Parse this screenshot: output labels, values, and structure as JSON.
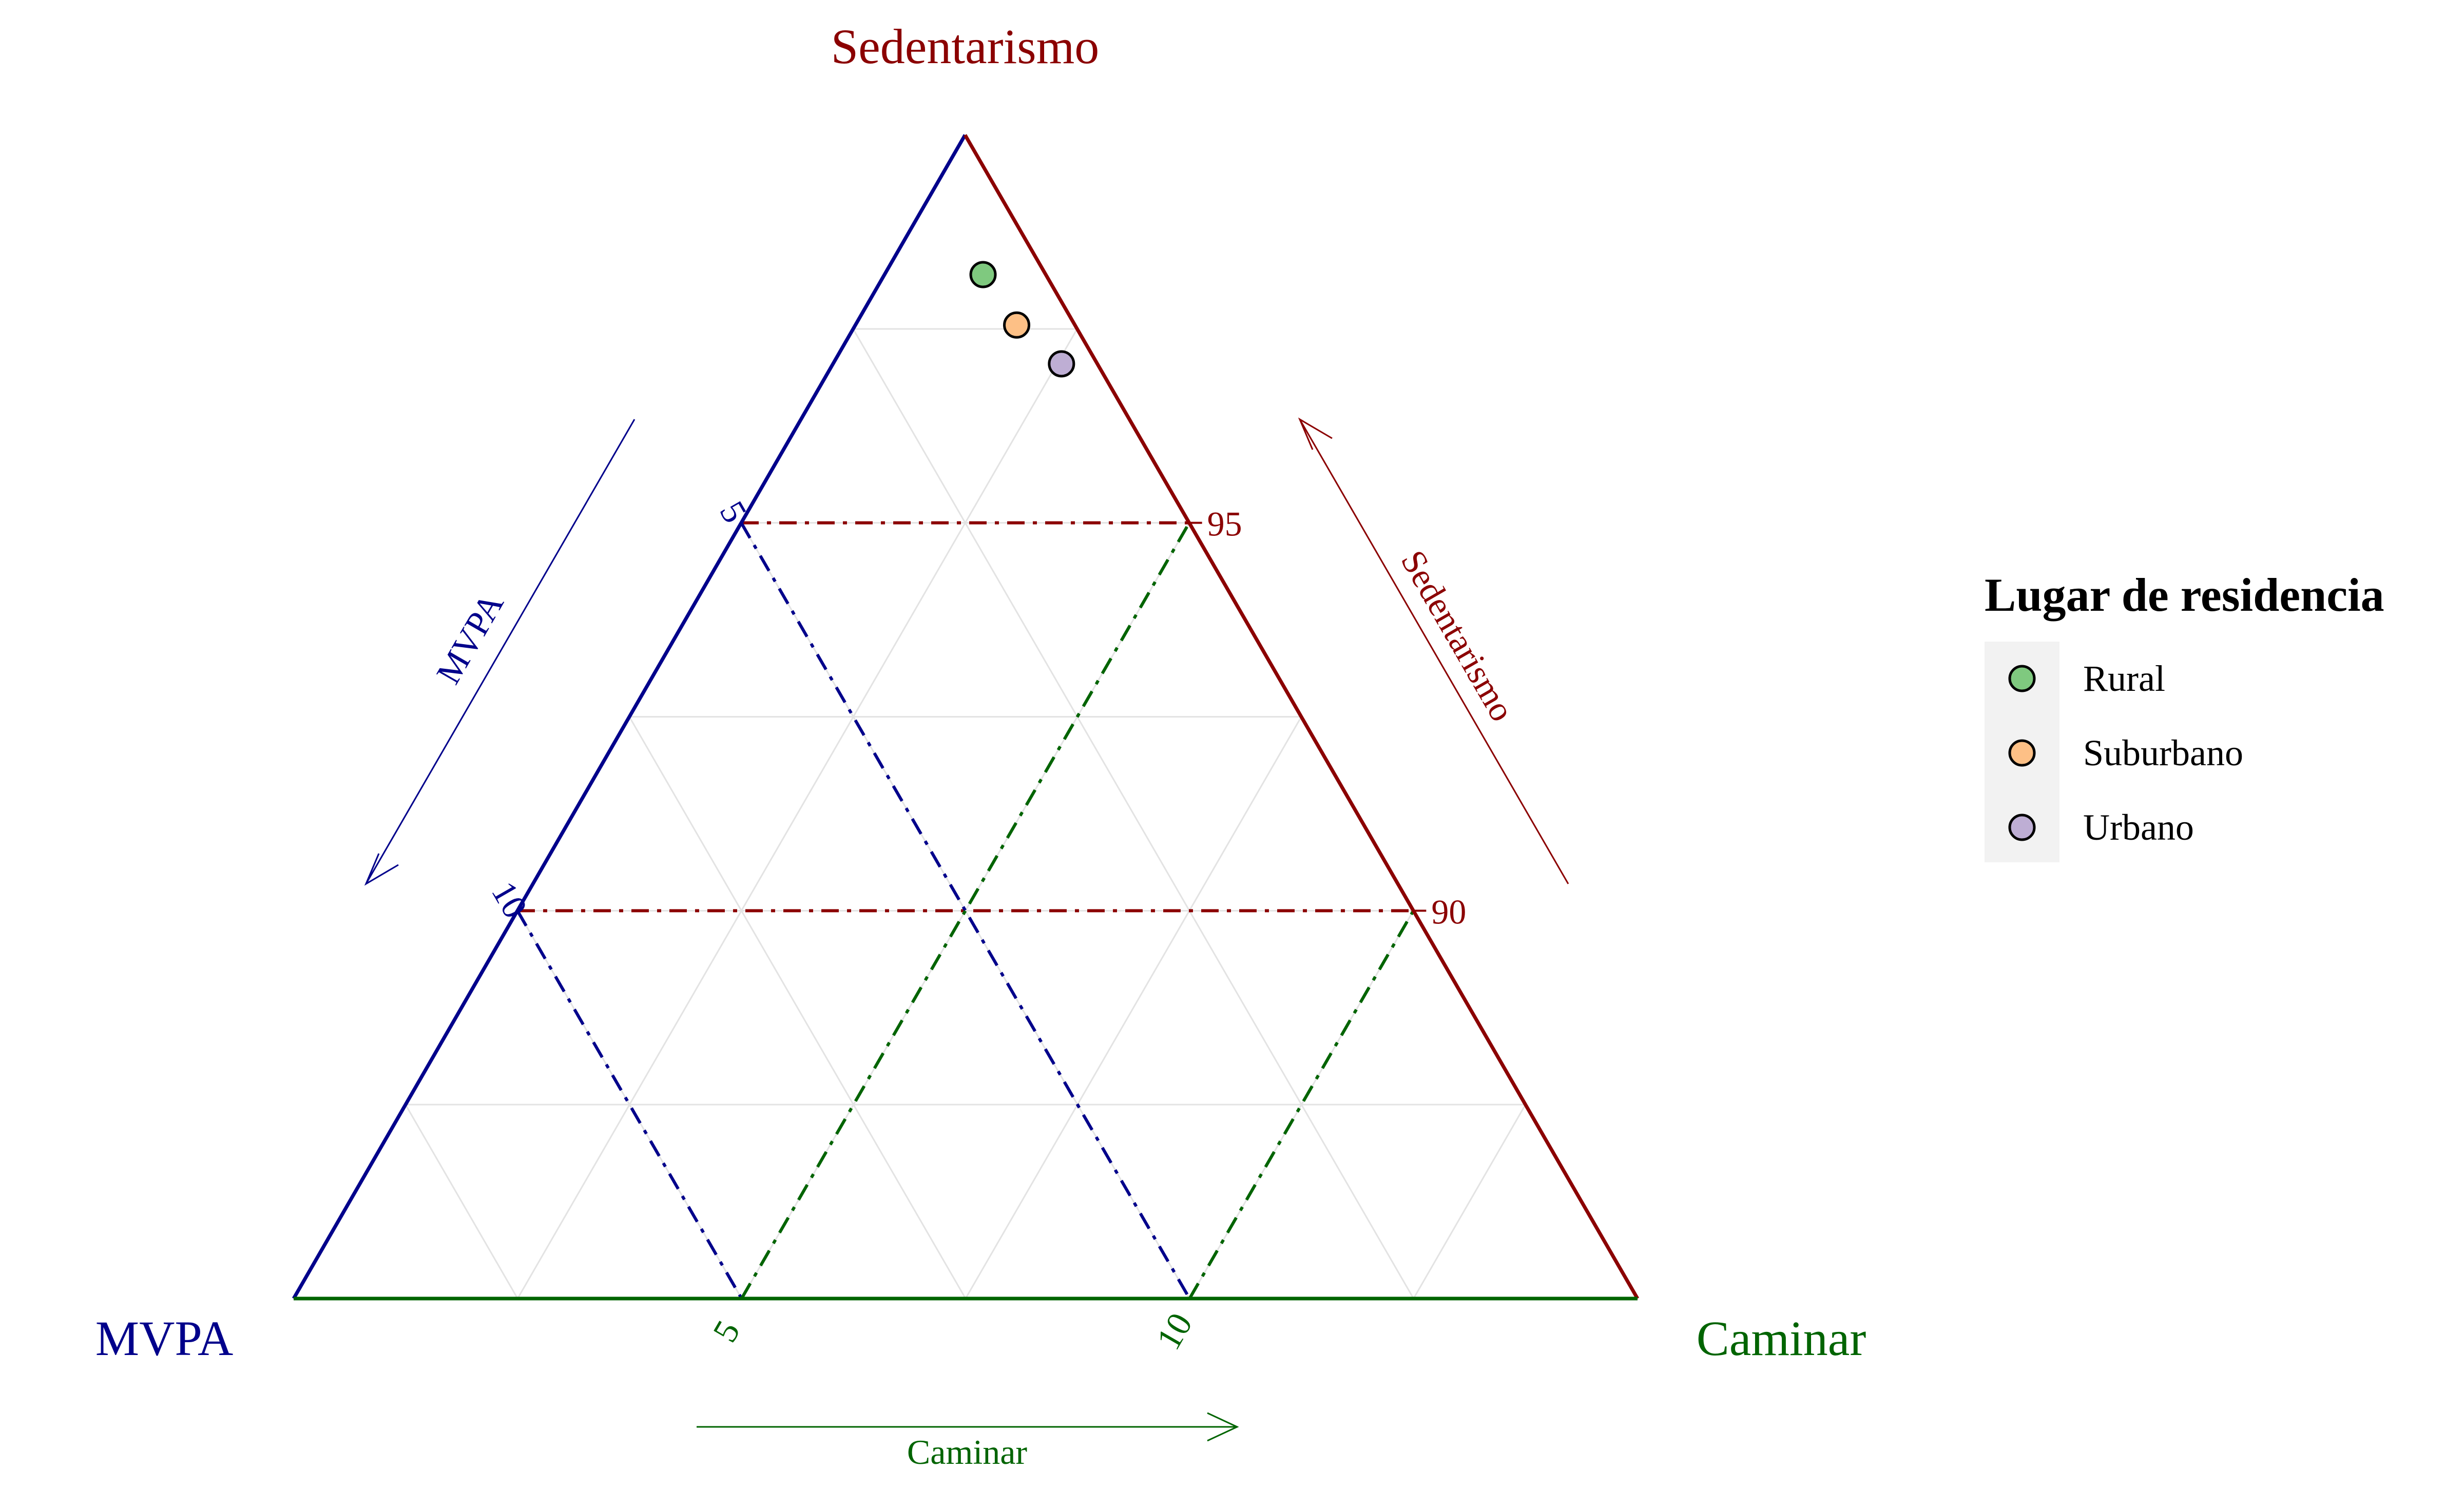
{
  "chart_data": {
    "type": "scatter",
    "subtype": "ternary",
    "vertex_labels": {
      "top": "Sedentarismo",
      "left": "MVPA",
      "right": "Caminar"
    },
    "axis_arrow_labels": {
      "mvpa": "MVPA",
      "sed": "Sedentarismo",
      "cam": "Caminar"
    },
    "axes": {
      "sedentarismo": {
        "range": [
          85,
          100
        ],
        "ticks": [
          95,
          90
        ],
        "color": "#8b0000"
      },
      "mvpa": {
        "range": [
          0,
          15
        ],
        "ticks": [
          5,
          10
        ],
        "color": "#00008b"
      },
      "caminar": {
        "range": [
          0,
          15
        ],
        "ticks": [
          5,
          10
        ],
        "color": "#006400"
      }
    },
    "grid": true,
    "grid_step": 2.5,
    "legend": {
      "title": "Lugar de residencia",
      "position": "right",
      "items": [
        {
          "label": "Rural",
          "color": "#7fc97f"
        },
        {
          "label": "Suburbano",
          "color": "#fdc086"
        },
        {
          "label": "Urbano",
          "color": "#beaed4"
        }
      ]
    },
    "points": [
      {
        "group": "Rural",
        "sedentarismo": 98.2,
        "mvpa": 0.7,
        "caminar": 1.1
      },
      {
        "group": "Suburbano",
        "sedentarismo": 97.55,
        "mvpa": 0.65,
        "caminar": 1.8
      },
      {
        "group": "Urbano",
        "sedentarismo": 97.05,
        "mvpa": 0.4,
        "caminar": 2.55
      }
    ]
  }
}
